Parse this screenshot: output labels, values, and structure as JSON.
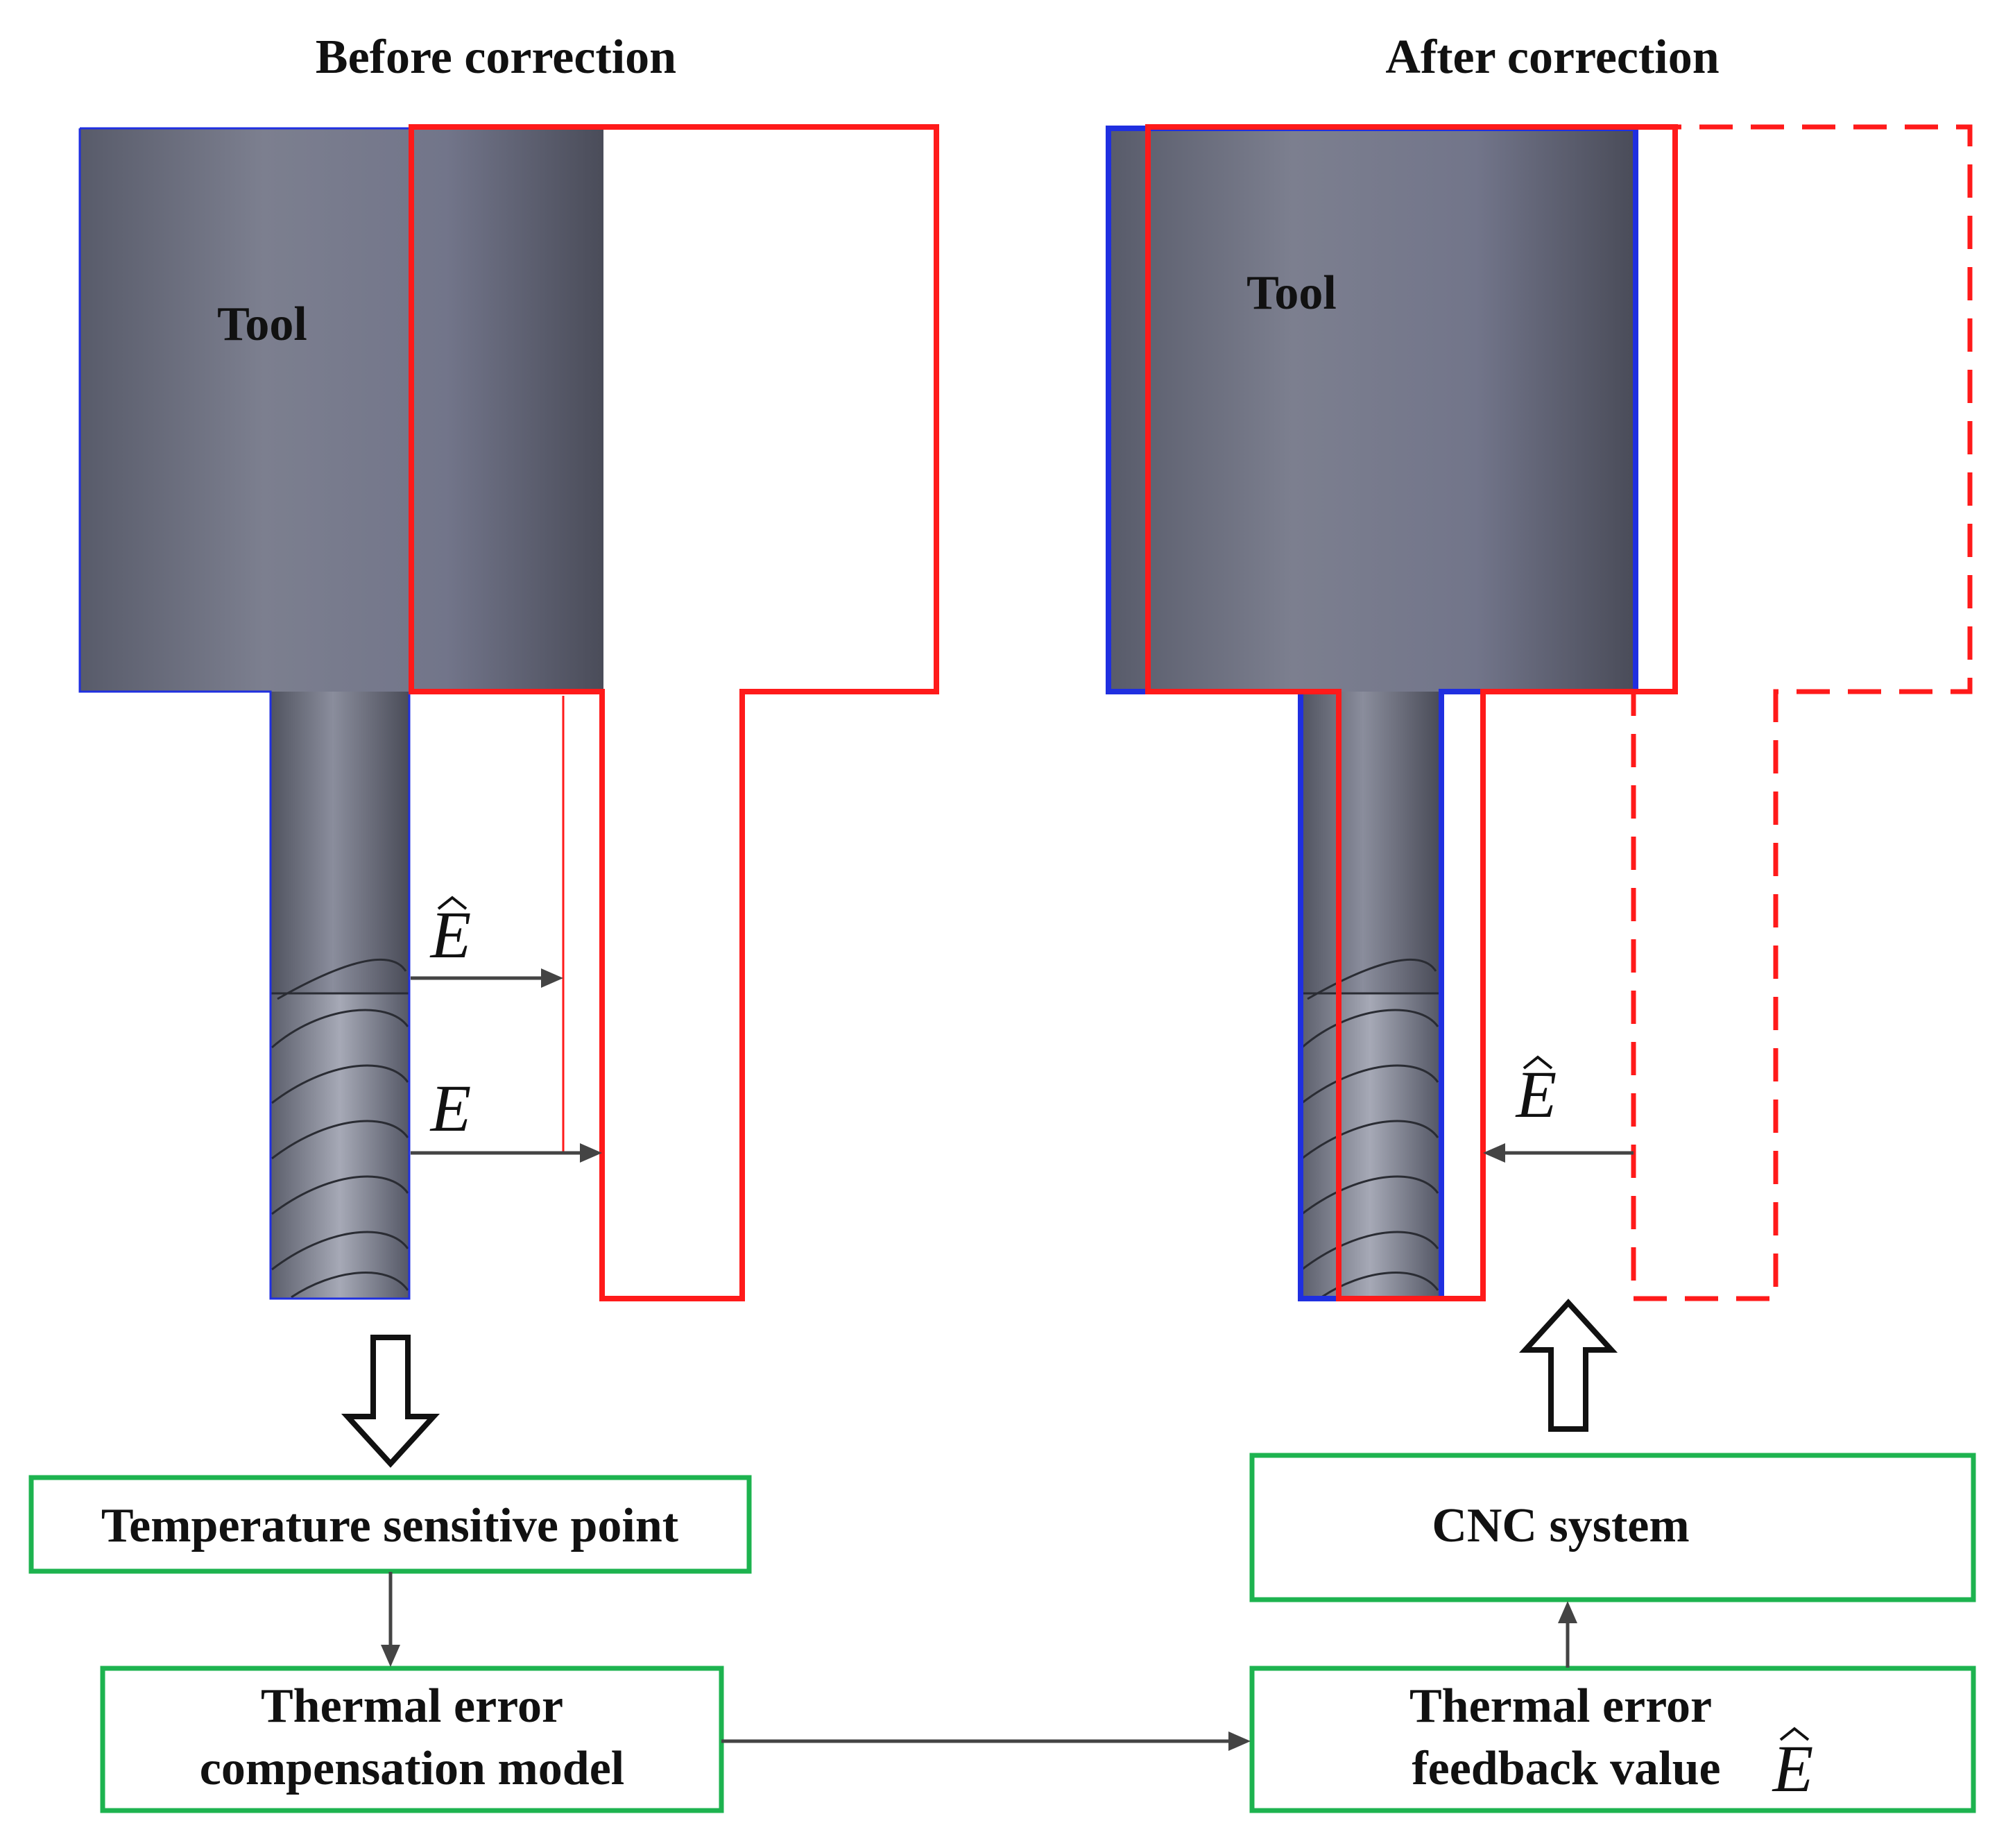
{
  "titles": {
    "before": "Before correction",
    "after": "After correction"
  },
  "tool_labels": {
    "before": "Tool",
    "after": "Tool"
  },
  "symbols": {
    "estimated_error": "E",
    "actual_error": "E"
  },
  "boxes": {
    "temperature_point": "Temperature sensitive point",
    "compensation_model": {
      "line1": "Thermal error",
      "line2": "compensation model"
    },
    "cnc_system": "CNC system",
    "feedback_value": {
      "line1": "Thermal error",
      "line2": "feedback value"
    }
  },
  "colors": {
    "actual_position": "#ff1a1a",
    "nominal_position": "#1f2fe0",
    "flow_box_border": "#1db34f",
    "tool_body": "#6e7182"
  }
}
